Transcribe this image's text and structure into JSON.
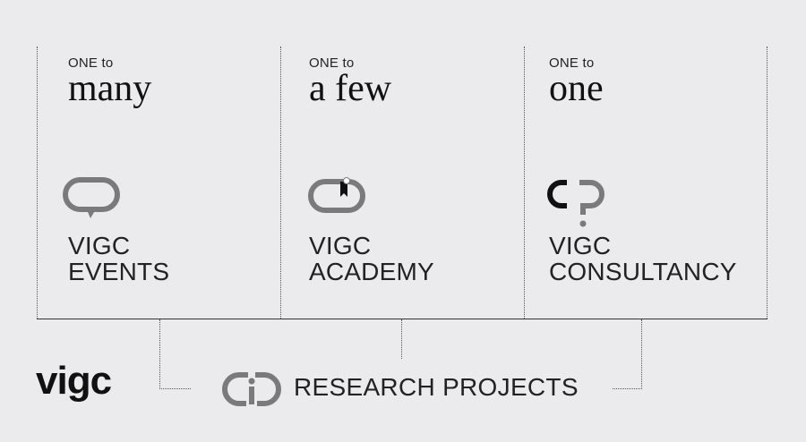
{
  "columns": [
    {
      "one_to": "ONE to",
      "word": "many",
      "title_line1": "VIGC",
      "title_line2": "EVENTS",
      "icon": "speech-bubble-icon"
    },
    {
      "one_to": "ONE to",
      "word": "a few",
      "title_line1": "VIGC",
      "title_line2": "ACADEMY",
      "icon": "bookmark-capsule-icon"
    },
    {
      "one_to": "ONE to",
      "word": "one",
      "title_line1": "VIGC",
      "title_line2": "CONSULTANCY",
      "icon": "question-mark-icon"
    }
  ],
  "footer": {
    "logo": "vigc",
    "research_label": "RESEARCH PROJECTS",
    "research_icon": "linked-rings-icon"
  },
  "colors": {
    "background": "#ebebed",
    "icon_gray": "#7a7a7a",
    "text_dark": "#222222"
  }
}
